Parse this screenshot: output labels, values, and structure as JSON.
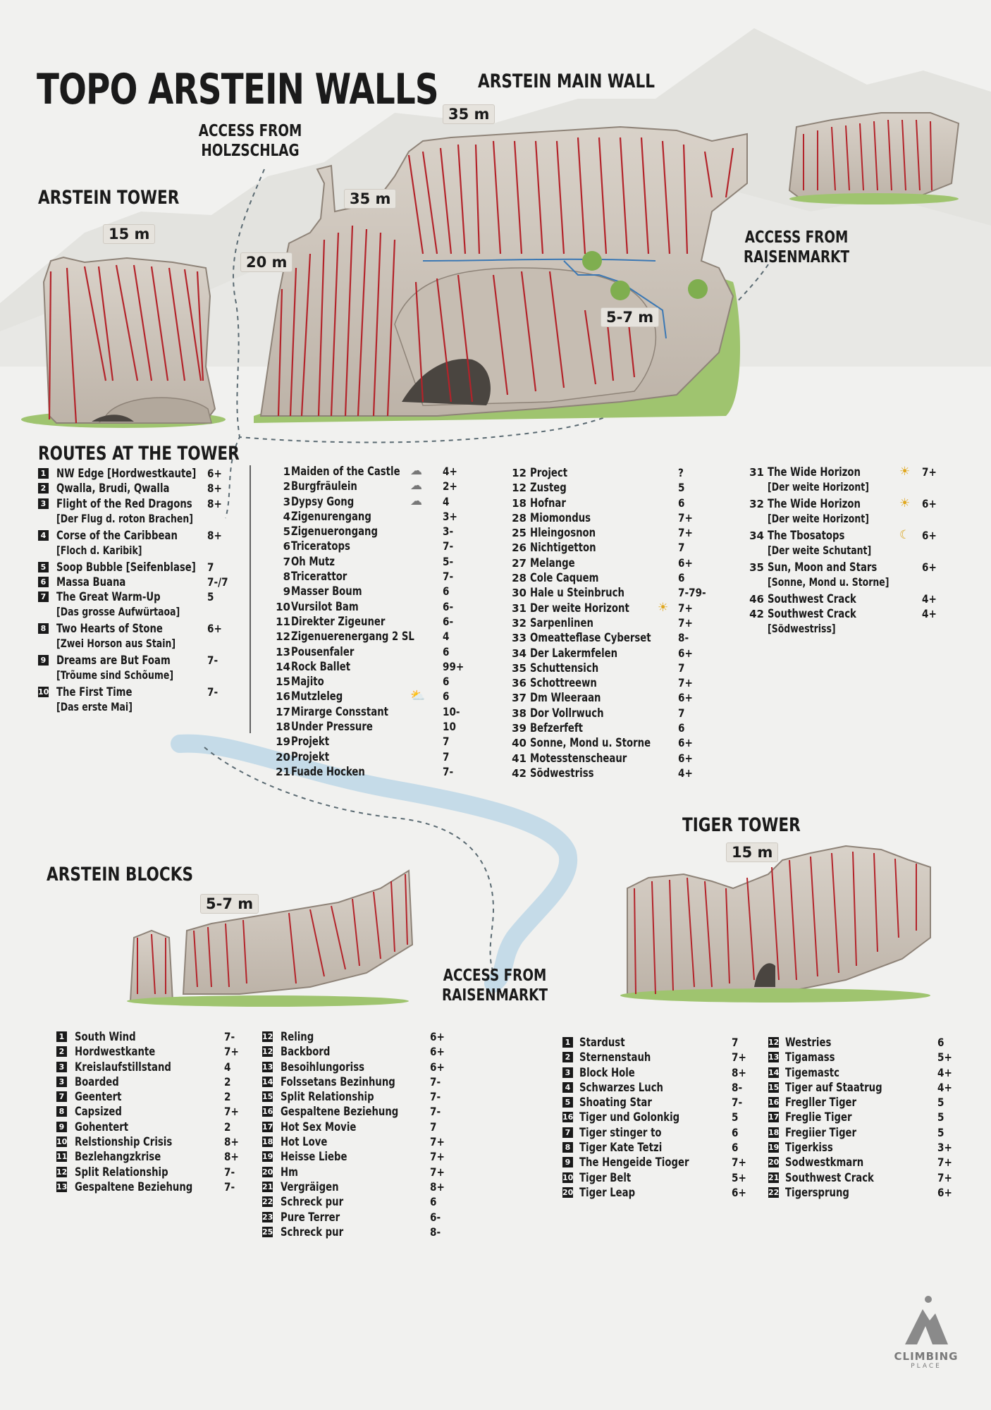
{
  "title": "TOPO ARSTEIN WALLS",
  "sections": {
    "main_wall": "ARSTEIN MAIN WALL",
    "tower": "ARSTEIN TOWER",
    "blocks": "ARSTEIN BLOCKS",
    "tiger": "TIGER TOWER",
    "routes_tower": "ROUTES AT THE TOWER"
  },
  "access": {
    "holzschlag": "ACCESS FROM\nHOLZSCHLAG",
    "raisenmarkt_top": "ACCESS FROM\nRAISENMARKT",
    "raisenmarkt_bottom": "ACCESS FROM\nRAISENMARKT"
  },
  "heights": {
    "main_top": "35 m",
    "main_mid": "35 m",
    "main_left": "20 m",
    "main_lower": "5-7 m",
    "tower": "15 m",
    "blocks": "5-7 m",
    "tiger": "15 m"
  },
  "tower_routes": [
    {
      "n": "1",
      "name": "NW Edge [Hordwestkaute]",
      "grade": "6+"
    },
    {
      "n": "2",
      "name": "Qwalla, Brudi, Qwalla",
      "grade": "8+"
    },
    {
      "n": "3",
      "name": "Flight of the Red Dragons",
      "sub": "[Der Flug d. roton Brachen]",
      "grade": "8+"
    },
    {
      "n": "4",
      "name": "Corse of the Caribbean",
      "sub": "[Floch d. Karibik]",
      "grade": "8+"
    },
    {
      "n": "5",
      "name": "Soop Bubble [Seifenblase]",
      "grade": "7"
    },
    {
      "n": "6",
      "name": "Massa Buana",
      "grade": "7-/7"
    },
    {
      "n": "7",
      "name": "The Great Warm-Up",
      "sub": "[Das grosse Aufwürtaoa]",
      "grade": "5"
    },
    {
      "n": "8",
      "name": "Two Hearts of Stone",
      "sub": "[Zwei Horson aus Stain]",
      "grade": "6+"
    },
    {
      "n": "9",
      "name": "Dreams are But Foam",
      "sub": "[Trõume sind Schõume]",
      "grade": "7-"
    },
    {
      "n": "10",
      "name": "The First Time",
      "sub": "[Das erste Mai]",
      "grade": "7-"
    }
  ],
  "main_col1": [
    {
      "n": "1",
      "name": "Maiden of the Castle",
      "grade": "4+",
      "icon": "cloud-icon"
    },
    {
      "n": "2",
      "name": "Burgfräulein",
      "grade": "2+",
      "icon": "cloud-icon"
    },
    {
      "n": "3",
      "name": "Dypsy Gong",
      "grade": "4",
      "icon": "cloud-icon"
    },
    {
      "n": "4",
      "name": "Zigenurengang",
      "grade": "3+"
    },
    {
      "n": "5",
      "name": "Zigenuerongang",
      "grade": "3-"
    },
    {
      "n": "6",
      "name": "Triceratops",
      "grade": "7-"
    },
    {
      "n": "7",
      "name": "Oh Mutz",
      "grade": "5-"
    },
    {
      "n": "8",
      "name": "Tricerattor",
      "grade": "7-"
    },
    {
      "n": "9",
      "name": "Masser Boum",
      "grade": "6"
    },
    {
      "n": "10",
      "name": "Vursilot Bam",
      "grade": "6-"
    },
    {
      "n": "11",
      "name": "Direkter Zigeuner",
      "grade": "6-"
    },
    {
      "n": "12",
      "name": "Zigenuerenergang 2 SL",
      "grade": "4"
    },
    {
      "n": "13",
      "name": "Pousenfaler",
      "grade": "6"
    },
    {
      "n": "14",
      "name": "Rock Ballet",
      "grade": "99+"
    },
    {
      "n": "15",
      "name": "Majito",
      "grade": "6"
    },
    {
      "n": "16",
      "name": "Mutzleleg",
      "grade": "6",
      "icon": "partly-sunny-icon"
    },
    {
      "n": "17",
      "name": "Mirarge Consstant",
      "grade": "10-"
    },
    {
      "n": "18",
      "name": "Under Pressure",
      "grade": "10"
    },
    {
      "n": "19",
      "name": "Projekt",
      "grade": "7"
    },
    {
      "n": "20",
      "name": "Projekt",
      "grade": "7"
    },
    {
      "n": "21",
      "name": "Fuade Hocken",
      "grade": "7-"
    }
  ],
  "main_col2": [
    {
      "n": "12",
      "name": "Project",
      "grade": "?"
    },
    {
      "n": "12",
      "name": "Zusteg",
      "grade": "5"
    },
    {
      "n": "18",
      "name": "Hofnar",
      "grade": "6"
    },
    {
      "n": "28",
      "name": "Miomondus",
      "grade": "7+"
    },
    {
      "n": "25",
      "name": "Hleingosnon",
      "grade": "7+"
    },
    {
      "n": "26",
      "name": "Nichtigetton",
      "grade": "7"
    },
    {
      "n": "27",
      "name": "Melange",
      "grade": "6+"
    },
    {
      "n": "28",
      "name": "Cole Caquem",
      "grade": "6"
    },
    {
      "n": "30",
      "name": "Hale u Steinbruch",
      "grade": "7-79-"
    },
    {
      "n": "31",
      "name": "Der weite Horizont",
      "grade": "7+",
      "icon": "sun-icon"
    },
    {
      "n": "32",
      "name": "Sarpenlinen",
      "grade": "7+"
    },
    {
      "n": "33",
      "name": "Omeatteflase Cyberset",
      "grade": "8-"
    },
    {
      "n": "34",
      "name": "Der Lakermfelen",
      "grade": "6+"
    },
    {
      "n": "35",
      "name": "Schuttensich",
      "grade": "7"
    },
    {
      "n": "36",
      "name": "Schottreewn",
      "grade": "7+"
    },
    {
      "n": "37",
      "name": "Dm Wleeraan",
      "grade": "6+"
    },
    {
      "n": "38",
      "name": "Dor Vollrwuch",
      "grade": "7"
    },
    {
      "n": "39",
      "name": "Befzerfeft",
      "grade": "6"
    },
    {
      "n": "40",
      "name": "Sonne, Mond u. Storne",
      "grade": "6+"
    },
    {
      "n": "41",
      "name": "Motesstenscheaur",
      "grade": "6+"
    },
    {
      "n": "42",
      "name": "Södwestriss",
      "grade": "4+"
    }
  ],
  "main_col3": [
    {
      "n": "31",
      "name": "The Wide Horizon",
      "sub": "[Der weite Horizont]",
      "grade": "7+",
      "icon": "sun-icon"
    },
    {
      "n": "32",
      "name": "The Wide Horizon",
      "sub": "[Der weite Horizont]",
      "grade": "6+",
      "icon": "sun-icon"
    },
    {
      "n": "34",
      "name": "The Tbosatops",
      "sub": "[Der weite Schutant]",
      "grade": "6+",
      "icon": "moon-icon"
    },
    {
      "n": "35",
      "name": "Sun, Moon and Stars",
      "sub": "[Sonne, Mond u. Storne]",
      "grade": "6+"
    },
    {
      "n": "46",
      "name": "Southwest Crack",
      "grade": "4+"
    },
    {
      "n": "42",
      "name": "Southwest Crack",
      "sub": "[Södwestriss]",
      "grade": "4+"
    }
  ],
  "blocks_col1": [
    {
      "n": "1",
      "name": "South Wind",
      "grade": "7-"
    },
    {
      "n": "2",
      "name": "Hordwestkante",
      "grade": "7+"
    },
    {
      "n": "3",
      "name": "Kreislaufstillstand",
      "grade": "4"
    },
    {
      "n": "3",
      "name": "Boarded",
      "grade": "2"
    },
    {
      "n": "7",
      "name": "Geentert",
      "grade": "2"
    },
    {
      "n": "8",
      "name": "Capsized",
      "grade": "7+"
    },
    {
      "n": "9",
      "name": "Gohentert",
      "grade": "2"
    },
    {
      "n": "10",
      "name": "Relstionship Crisis",
      "grade": "8+"
    },
    {
      "n": "11",
      "name": "Bezlehangzkrise",
      "grade": "8+"
    },
    {
      "n": "12",
      "name": "Split Relationship",
      "grade": "7-"
    },
    {
      "n": "13",
      "name": "Gespaltene Beziehung",
      "grade": "7-"
    }
  ],
  "blocks_col2": [
    {
      "n": "12",
      "name": "Reling",
      "grade": "6+"
    },
    {
      "n": "12",
      "name": "Backbord",
      "grade": "6+"
    },
    {
      "n": "13",
      "name": "Besoihlungoriss",
      "grade": "6+"
    },
    {
      "n": "14",
      "name": "Folssetans Bezinhung",
      "grade": "7-"
    },
    {
      "n": "15",
      "name": "Split Relationship",
      "grade": "7-"
    },
    {
      "n": "16",
      "name": "Gespaltene Beziehung",
      "grade": "7-"
    },
    {
      "n": "17",
      "name": "Hot Sex Movie",
      "grade": "7"
    },
    {
      "n": "18",
      "name": "Hot Love",
      "grade": "7+"
    },
    {
      "n": "19",
      "name": "Heisse Liebe",
      "grade": "7+"
    },
    {
      "n": "20",
      "name": "Hm",
      "grade": "7+"
    },
    {
      "n": "21",
      "name": "Vergräigen",
      "grade": "8+"
    },
    {
      "n": "22",
      "name": "Schreck pur",
      "grade": "6"
    },
    {
      "n": "23",
      "name": "Pure Terrer",
      "grade": "6-"
    },
    {
      "n": "25",
      "name": "Schreck pur",
      "grade": "8-"
    }
  ],
  "tiger_col1": [
    {
      "n": "1",
      "name": "Stardust",
      "grade": "7"
    },
    {
      "n": "2",
      "name": "Sternenstauh",
      "grade": "7+"
    },
    {
      "n": "3",
      "name": "Block Hole",
      "grade": "8+"
    },
    {
      "n": "4",
      "name": "Schwarzes Luch",
      "grade": "8-"
    },
    {
      "n": "5",
      "name": "Shoating Star",
      "grade": "7-"
    },
    {
      "n": "16",
      "name": "Tiger und Golonkig",
      "grade": "5"
    },
    {
      "n": "7",
      "name": "Tiger stinger to",
      "grade": "6"
    },
    {
      "n": "8",
      "name": "Tiger Kate Tetzi",
      "grade": "6"
    },
    {
      "n": "9",
      "name": "The Hengeide Tioger",
      "grade": "7+"
    },
    {
      "n": "10",
      "name": "Tiger Belt",
      "grade": "5+"
    },
    {
      "n": "20",
      "name": "Tiger Leap",
      "grade": "6+"
    }
  ],
  "tiger_col2": [
    {
      "n": "12",
      "name": "Westries",
      "grade": "6"
    },
    {
      "n": "13",
      "name": "Tigamass",
      "grade": "5+"
    },
    {
      "n": "14",
      "name": "Tigemastc",
      "grade": "4+"
    },
    {
      "n": "15",
      "name": "Tiger auf Staatrug",
      "grade": "4+"
    },
    {
      "n": "16",
      "name": "Fregller Tiger",
      "grade": "5"
    },
    {
      "n": "17",
      "name": "Freglie Tiger",
      "grade": "5"
    },
    {
      "n": "18",
      "name": "Fregiier Tiger",
      "grade": "5"
    },
    {
      "n": "19",
      "name": "Tigerkiss",
      "grade": "3+"
    },
    {
      "n": "20",
      "name": "Sodwestkmarn",
      "grade": "7+"
    },
    {
      "n": "21",
      "name": "Southwest Crack",
      "grade": "7+"
    },
    {
      "n": "22",
      "name": "Tigersprung",
      "grade": "6+"
    }
  ],
  "logo": {
    "line1": "CLIMBING",
    "line2": "PLACE"
  },
  "colors": {
    "route_red": "#b3232a",
    "rock": "#cfc7bd",
    "rock_dark": "#a79d92",
    "grass": "#8dbb5e",
    "water": "#c5dbe8",
    "mountain": "#dcdcd8",
    "ink": "#1a1a1a"
  }
}
